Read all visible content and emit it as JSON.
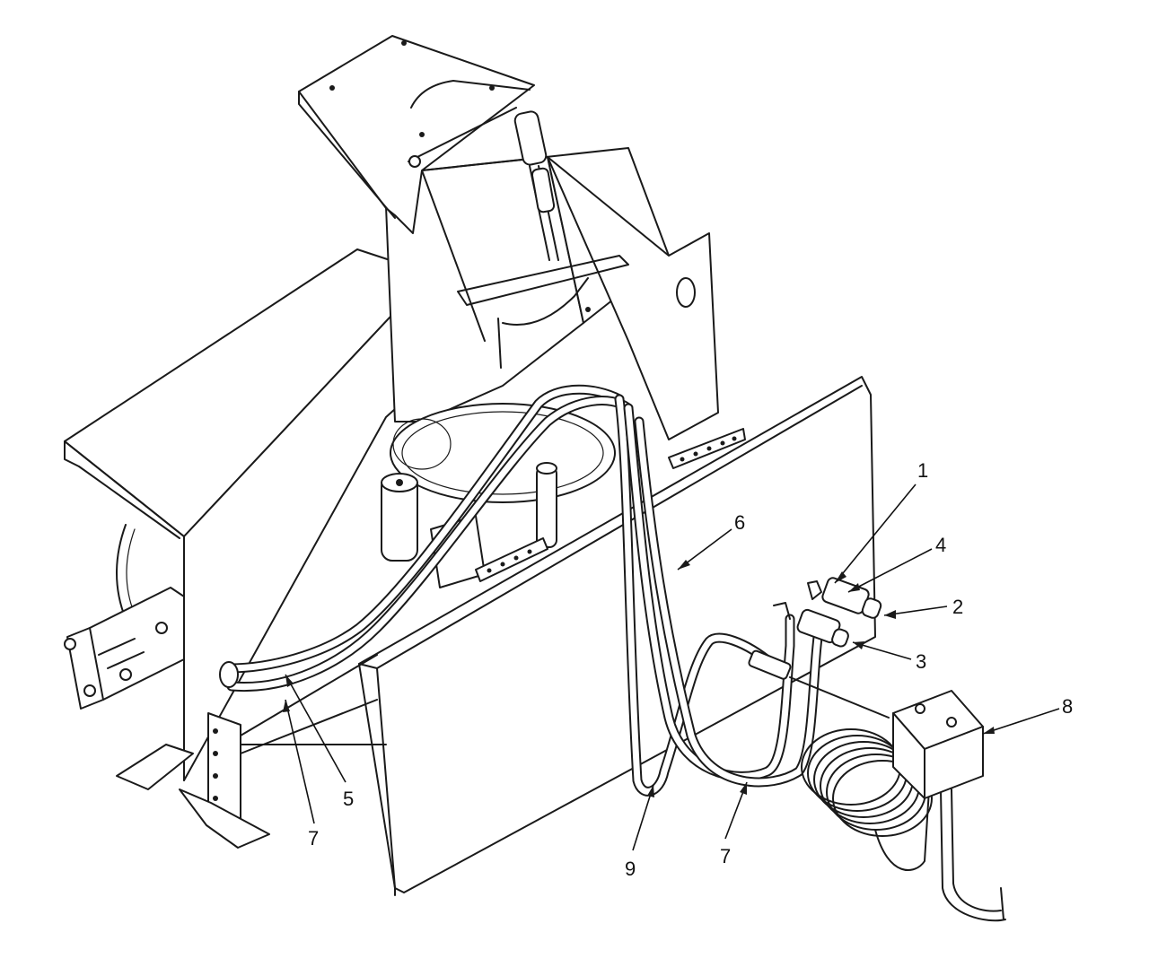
{
  "callouts": {
    "c1": "1",
    "c2": "2",
    "c3": "3",
    "c4": "4",
    "c5": "5",
    "c6": "6",
    "c7_left": "7",
    "c7_right": "7",
    "c8": "8",
    "c9": "9"
  },
  "colors": {
    "line": "#1a1a1a",
    "background": "#ffffff"
  }
}
